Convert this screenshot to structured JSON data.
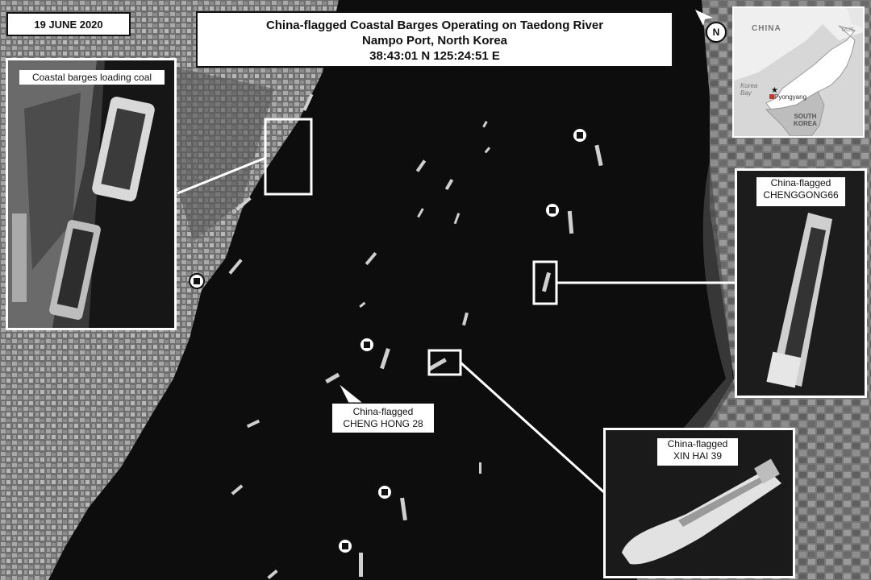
{
  "header": {
    "date": "19 JUNE 2020",
    "title_line1": "China-flagged Coastal Barges Operating on Taedong River",
    "title_line2": "Nampo Port, North Korea",
    "title_line3": "38:43:01 N 125:24:51 E"
  },
  "insets": {
    "coal": {
      "label": "Coastal barges loading coal"
    },
    "chenggong": {
      "label_line1": "China-flagged",
      "label_line2": "CHENGGONG66"
    },
    "xinhai": {
      "label_line1": "China-flagged",
      "label_line2": "XIN HAI 39"
    }
  },
  "callouts": {
    "chenghong": {
      "line1": "China-flagged",
      "line2": "CHENG HONG 28"
    }
  },
  "minimap": {
    "china": "CHINA",
    "rus": "RUS.",
    "korea_bay": "Korea Bay",
    "pyongyang": "Pyongyang",
    "south_korea_line1": "SOUTH",
    "south_korea_line2": "KOREA"
  },
  "north_arrow": {
    "label": "N"
  },
  "colors": {
    "water": "#0d0d0d",
    "land": "#8a8a8a",
    "frame": "#ffffff",
    "map_land": "#f2f2f2",
    "map_sea": "#d7d7d7",
    "pyongyang_marker": "#c0392b"
  }
}
